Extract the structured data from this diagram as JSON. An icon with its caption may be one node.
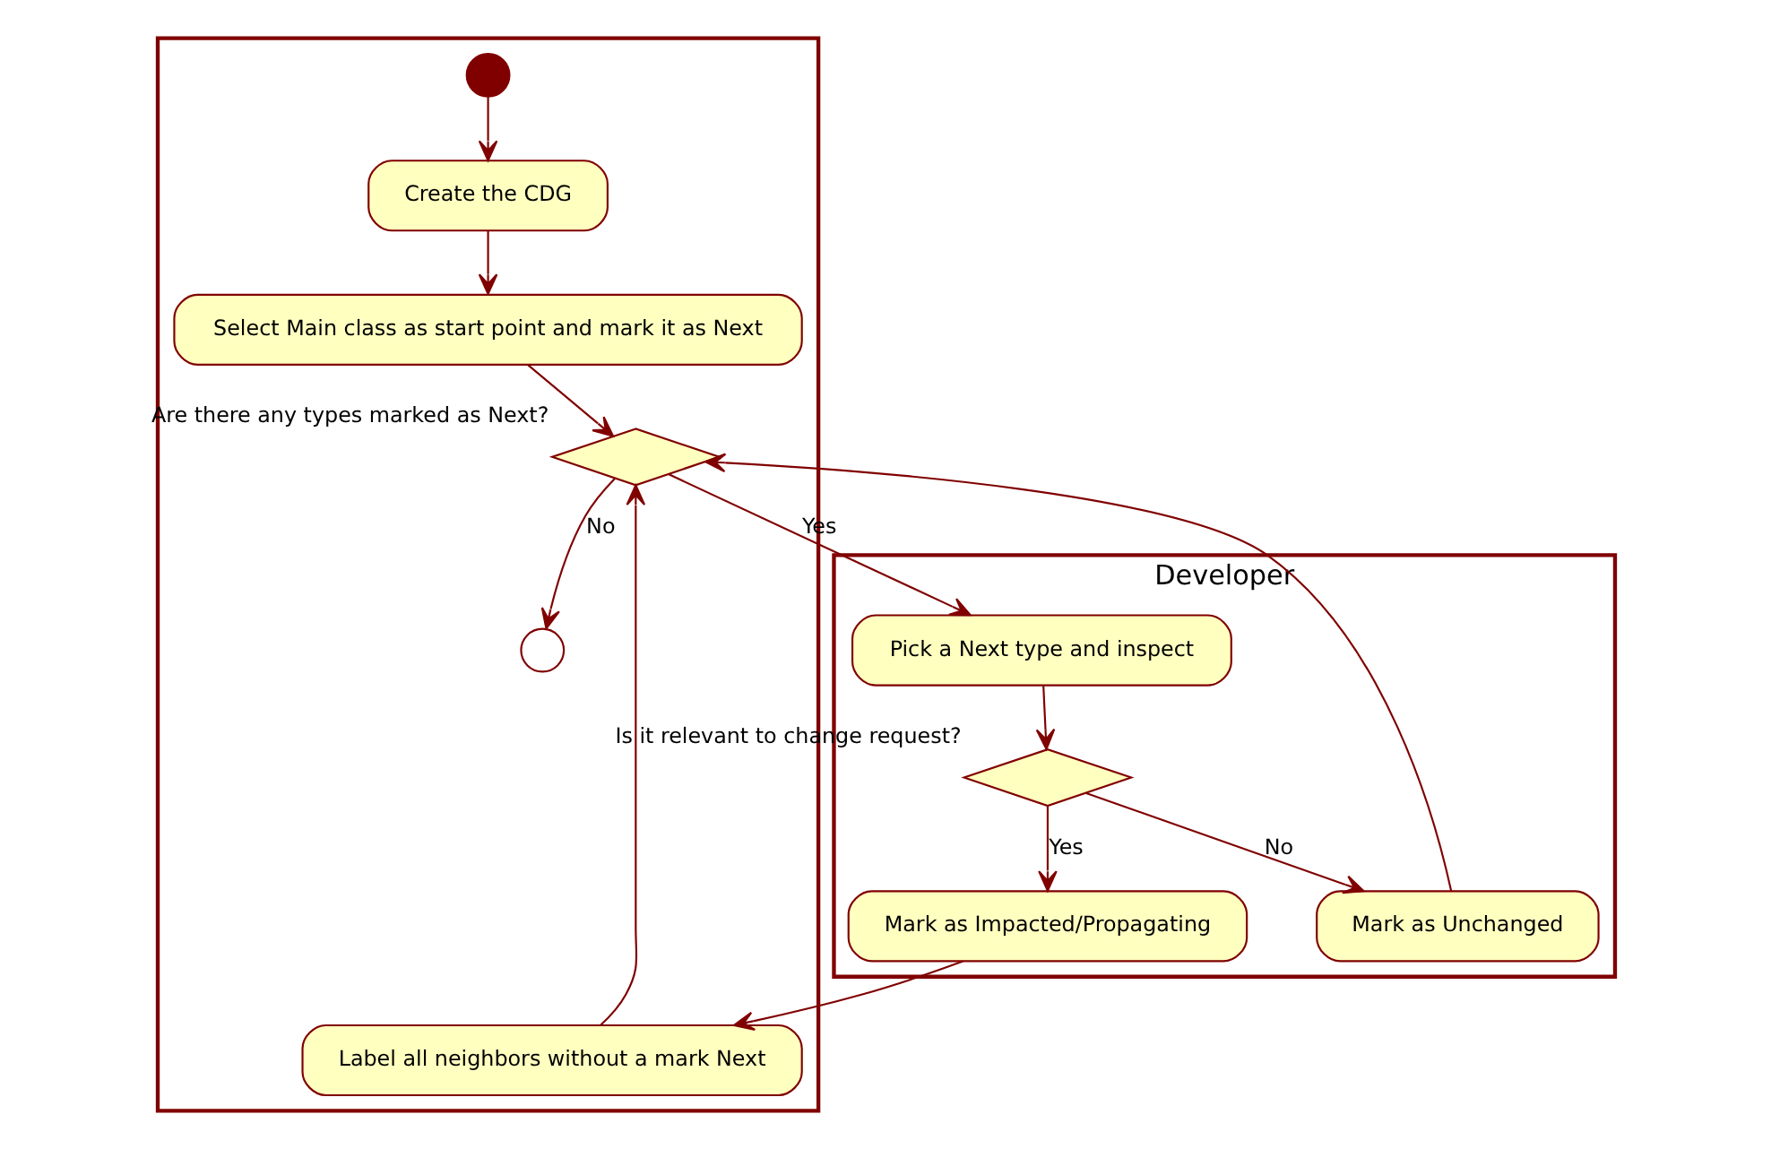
{
  "diagram": {
    "nodes": [
      {
        "text": [],
        "shape": "box"
      },
      {
        "text": [
          "Developer"
        ]
      },
      {
        "text": [],
        "shape": "circle",
        "in": 0
      },
      {
        "text": [
          "Create the CDG"
        ],
        "in": 0
      },
      {
        "text": [
          "Select Main class as start point and mark it as Next"
        ],
        "in": 0
      },
      {
        "text": [],
        "shape": "diamond",
        "beside": [
          "Are there any types marked as Next?"
        ],
        "in": 0
      },
      {
        "text": [],
        "shape": "circle",
        "in": 0
      },
      {
        "text": [
          "Label all neighbors without a mark Next"
        ],
        "in": 0
      },
      {
        "text": [
          "Pick a Next type and inspect"
        ],
        "in": 1
      },
      {
        "text": [],
        "shape": "diamond",
        "beside": [
          "Is it relevant to change request?"
        ],
        "in": 1
      },
      {
        "text": [
          "Mark as Unchanged"
        ],
        "in": 1
      },
      {
        "text": [
          "Mark as Impacted/Propagating"
        ],
        "in": 1
      }
    ],
    "edges": [
      {
        "from": 2,
        "to": 3,
        "arrow": "to"
      },
      {
        "from": 3,
        "to": 4,
        "arrow": "to"
      },
      {
        "from": 4,
        "to": 5,
        "arrow": "to"
      },
      {
        "from": 5,
        "to": 8,
        "arrow": "to",
        "label": "Yes"
      },
      {
        "from": 5,
        "to": 6,
        "arrow": "to",
        "label": "No"
      },
      {
        "from": 8,
        "to": 9,
        "arrow": "to"
      },
      {
        "from": 9,
        "to": 10,
        "arrow": "to",
        "label": "No"
      },
      {
        "from": 10,
        "to": 5,
        "arrow": "to"
      },
      {
        "from": 9,
        "to": 11,
        "arrow": "to",
        "label": "Yes"
      },
      {
        "from": 11,
        "to": 7,
        "arrow": "to"
      },
      {
        "from": 7,
        "to": 5,
        "arrow": "to"
      }
    ]
  }
}
